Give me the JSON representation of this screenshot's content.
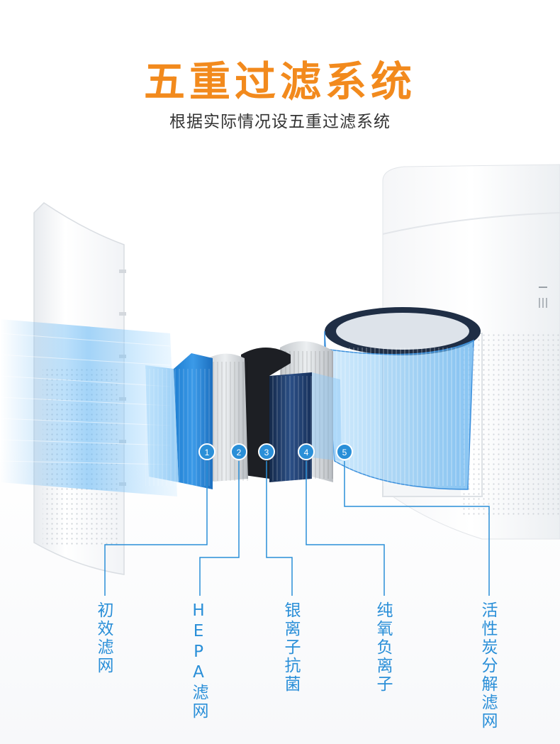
{
  "header": {
    "title": "五重过滤系统",
    "subtitle": "根据实际情况设五重过滤系统"
  },
  "colors": {
    "title": "#f28a1d",
    "accent": "#2a8fd8"
  },
  "filters": [
    {
      "number": "1",
      "label": "初效滤网"
    },
    {
      "number": "2",
      "label": "HEPA滤网"
    },
    {
      "number": "3",
      "label": "银离子抗菌"
    },
    {
      "number": "4",
      "label": "纯氧负离子"
    },
    {
      "number": "5",
      "label": "活性炭分解滤网"
    }
  ]
}
